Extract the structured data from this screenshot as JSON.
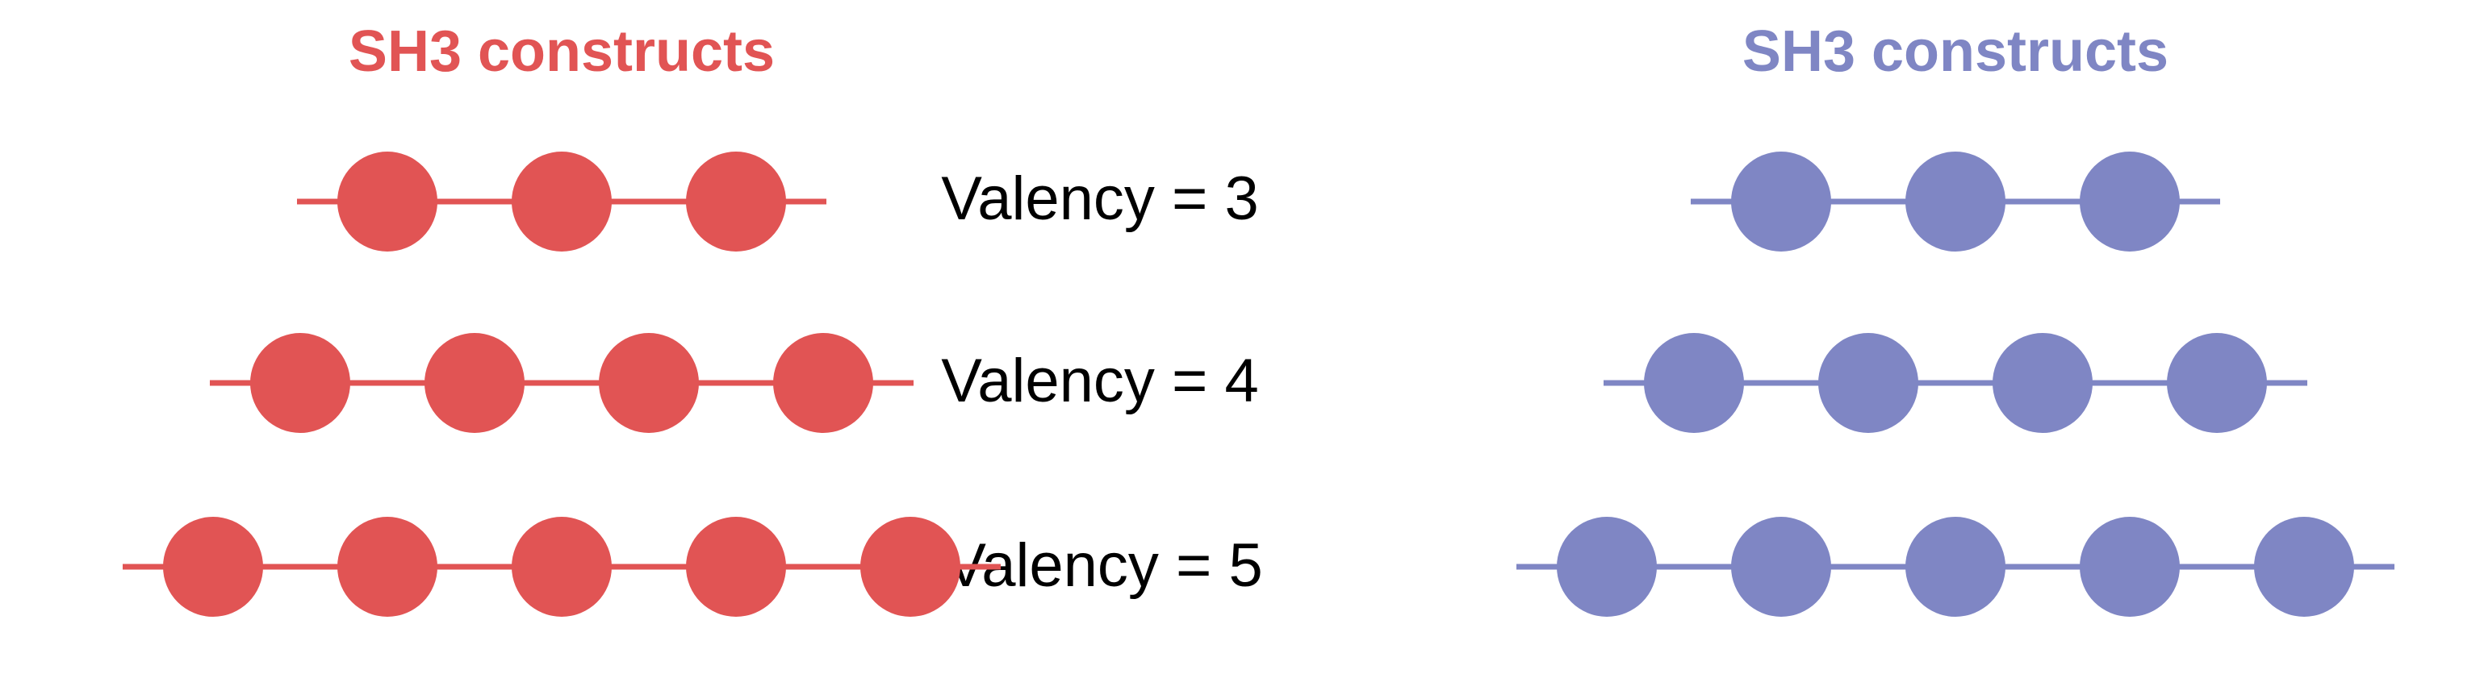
{
  "colors": {
    "left_construct": "#e15454",
    "right_construct": "#7f86c4",
    "label_text": "#000000"
  },
  "panels": [
    {
      "id": "left",
      "title": "SH3 constructs",
      "color": "#e15454"
    },
    {
      "id": "right",
      "title": "SH3 constructs",
      "color": "#7f86c4"
    }
  ],
  "rows": [
    {
      "label": "Valency = 3",
      "valency": 3
    },
    {
      "label": "Valency = 4",
      "valency": 4
    },
    {
      "label": "Valency = 5",
      "valency": 5
    }
  ]
}
